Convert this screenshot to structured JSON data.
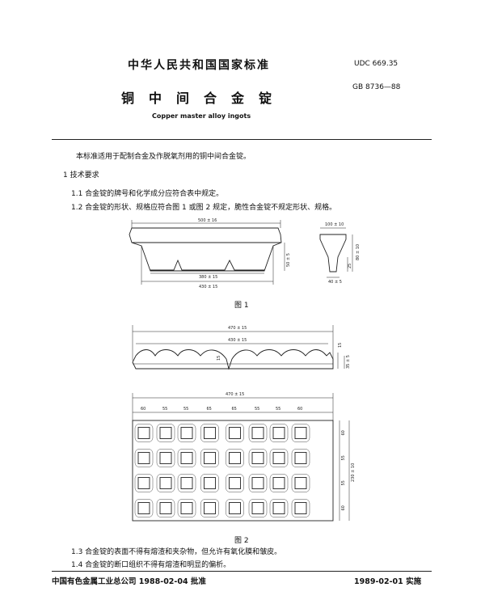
{
  "header": {
    "standard_title": "中华人民共和国国家标准",
    "udc": "UDC 669.35",
    "gb": "GB 8736—88",
    "doc_title": "铜中间合金锭",
    "doc_title_en": "Copper master alloy ingots"
  },
  "body": {
    "intro": "本标准适用于配制合金及作脱氧剂用的铜中间合金锭。",
    "section1": "1  技术要求",
    "item_1_1": "1.1  合金锭的牌号和化学成分应符合表中规定。",
    "item_1_2": "1.2  合金锭的形状、规格应符合图 1 或图 2 规定，脆性合金锭不规定形状、规格。",
    "item_1_3": "1.3  合金锭的表面不得有熔渣和夹杂物，但允许有氧化膜和皱皮。",
    "item_1_4": "1.4  合金锭的断口组织不得有熔渣和明显的偏析。"
  },
  "figure1": {
    "caption": "图 1",
    "dim_top": "500 ± 16",
    "dim_mid": "380 ± 15",
    "dim_bot": "430 ± 15",
    "dim_height": "50 ± 5",
    "side_top": "100 ± 10",
    "side_h1": "80 ± 10",
    "side_h2": "25",
    "side_bot": "40 ± 5"
  },
  "figure2": {
    "caption": "图 2",
    "dim_top": "470 ± 15",
    "dim_mid": "430 ± 15",
    "dim_inner": "15",
    "dim_right1": "15",
    "dim_right2": "35 ± 5",
    "plan_top": "470 ± 15",
    "cols": [
      "60",
      "55",
      "55",
      "65",
      "65",
      "55",
      "55",
      "60"
    ],
    "right_dims": [
      "60",
      "55",
      "55",
      "60"
    ],
    "right_total": "230 ± 10"
  },
  "footer": {
    "issuer": "中国有色金属工业总公司 1988-02-04 批准",
    "effective": "1989-02-01 实施"
  }
}
